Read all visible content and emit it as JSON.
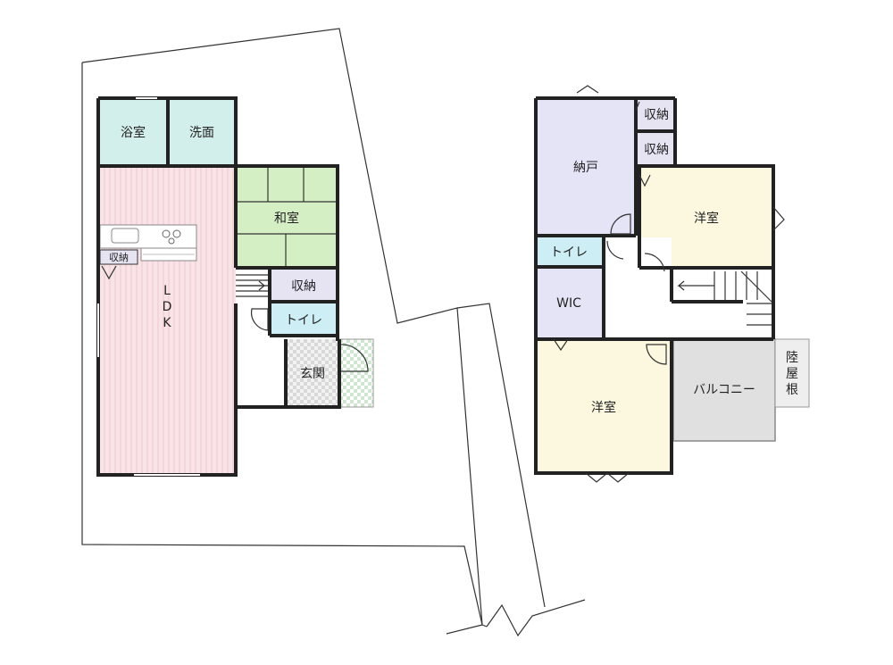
{
  "floor1": {
    "bath": "浴室",
    "washroom": "洗面",
    "japanese_room": "和室",
    "storage": "収納",
    "kitchen_storage": "収納",
    "toilet": "トイレ",
    "entrance": "玄関",
    "ldk": [
      "L",
      "D",
      "K"
    ]
  },
  "floor2": {
    "storeroom": "納戸",
    "storage_1": "収納",
    "storage_2": "収納",
    "western_room_1": "洋室",
    "toilet": "トイレ",
    "wic": "WIC",
    "western_room_2": "洋室",
    "balcony": "バルコニー",
    "flat_roof": [
      "陸",
      "屋",
      "根"
    ]
  },
  "colors": {
    "bath": "#d2efec",
    "japanese": "#d5efc4",
    "ldk": "#f7dfe3",
    "storage": "#e6e4f3",
    "toilet": "#cdeef4",
    "entrance": "#e0e0e0",
    "storeroom": "#e5e3f6",
    "western": "#fbf8df",
    "balcony": "#e0e0e0"
  }
}
